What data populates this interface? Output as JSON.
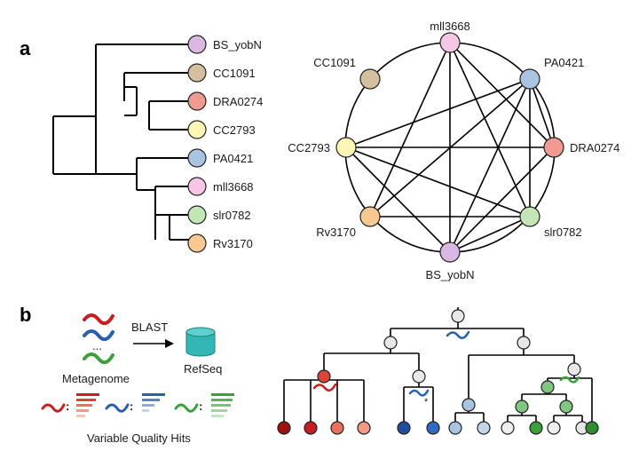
{
  "panel_a": {
    "label": "a",
    "leaves": [
      {
        "name": "BS_yobN",
        "color": "#D9B8E3"
      },
      {
        "name": "CC1091",
        "color": "#D4BF9E"
      },
      {
        "name": "DRA0274",
        "color": "#F09A92"
      },
      {
        "name": "CC2793",
        "color": "#FCF6B4"
      },
      {
        "name": "PA0421",
        "color": "#A8C4E0"
      },
      {
        "name": "mll3668",
        "color": "#F6C6E6"
      },
      {
        "name": "slr0782",
        "color": "#C4E6B6"
      },
      {
        "name": "Rv3170",
        "color": "#F7C891"
      }
    ],
    "network_edges": [
      [
        "mll3668",
        "Rv3170"
      ],
      [
        "mll3668",
        "BS_yobN"
      ],
      [
        "mll3668",
        "slr0782"
      ],
      [
        "mll3668",
        "DRA0274"
      ],
      [
        "PA0421",
        "CC2793"
      ],
      [
        "PA0421",
        "Rv3170"
      ],
      [
        "PA0421",
        "DRA0274"
      ],
      [
        "PA0421",
        "slr0782"
      ],
      [
        "PA0421",
        "BS_yobN"
      ],
      [
        "DRA0274",
        "CC2793"
      ],
      [
        "DRA0274",
        "BS_yobN"
      ],
      [
        "CC2793",
        "slr0782"
      ],
      [
        "CC2793",
        "BS_yobN"
      ],
      [
        "Rv3170",
        "slr0782"
      ],
      [
        "slr0782",
        "BS_yobN"
      ]
    ]
  },
  "panel_b": {
    "label": "b",
    "blast_label": "BLAST",
    "db_label": "RefSeq",
    "metagenome_label": "Metagenome",
    "hits_label": "Variable Quality Hits",
    "ellipsis": "...",
    "asterisk": "*",
    "colors": {
      "red": "#C81E1E",
      "blue": "#2560B0",
      "green": "#3AA03A",
      "db": "#34B6B6"
    }
  }
}
